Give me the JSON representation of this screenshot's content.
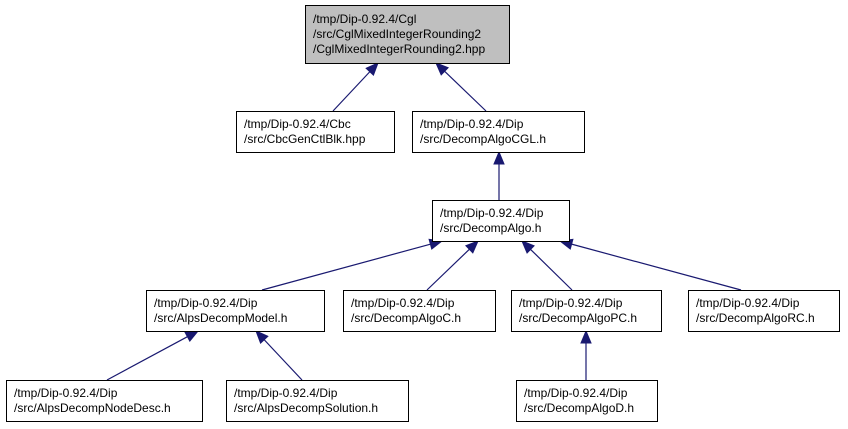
{
  "diagram": {
    "type": "include-dependency-graph",
    "nodes": [
      {
        "id": "n0",
        "lines": [
          "/tmp/Dip-0.92.4/Cgl",
          "/src/CglMixedIntegerRounding2",
          "/CglMixedIntegerRounding2.hpp"
        ],
        "focus": true
      },
      {
        "id": "n1",
        "lines": [
          "/tmp/Dip-0.92.4/Cbc",
          "/src/CbcGenCtlBlk.hpp"
        ]
      },
      {
        "id": "n2",
        "lines": [
          "/tmp/Dip-0.92.4/Dip",
          "/src/DecompAlgoCGL.h"
        ]
      },
      {
        "id": "n3",
        "lines": [
          "/tmp/Dip-0.92.4/Dip",
          "/src/DecompAlgo.h"
        ]
      },
      {
        "id": "n4",
        "lines": [
          "/tmp/Dip-0.92.4/Dip",
          "/src/AlpsDecompModel.h"
        ]
      },
      {
        "id": "n5",
        "lines": [
          "/tmp/Dip-0.92.4/Dip",
          "/src/DecompAlgoC.h"
        ]
      },
      {
        "id": "n6",
        "lines": [
          "/tmp/Dip-0.92.4/Dip",
          "/src/DecompAlgoPC.h"
        ]
      },
      {
        "id": "n7",
        "lines": [
          "/tmp/Dip-0.92.4/Dip",
          "/src/DecompAlgoRC.h"
        ]
      },
      {
        "id": "n8",
        "lines": [
          "/tmp/Dip-0.92.4/Dip",
          "/src/AlpsDecompNodeDesc.h"
        ]
      },
      {
        "id": "n9",
        "lines": [
          "/tmp/Dip-0.92.4/Dip",
          "/src/AlpsDecompSolution.h"
        ]
      },
      {
        "id": "n10",
        "lines": [
          "/tmp/Dip-0.92.4/Dip",
          "/src/DecompAlgoD.h"
        ]
      }
    ],
    "edges": [
      {
        "from": "n1",
        "to": "n0"
      },
      {
        "from": "n2",
        "to": "n0"
      },
      {
        "from": "n3",
        "to": "n2"
      },
      {
        "from": "n4",
        "to": "n3"
      },
      {
        "from": "n5",
        "to": "n3"
      },
      {
        "from": "n6",
        "to": "n3"
      },
      {
        "from": "n7",
        "to": "n3"
      },
      {
        "from": "n8",
        "to": "n4"
      },
      {
        "from": "n9",
        "to": "n4"
      },
      {
        "from": "n10",
        "to": "n6"
      }
    ],
    "colors": {
      "edge": "#191970",
      "focus_fill": "#bfbfbf",
      "node_fill": "#ffffff",
      "border": "#000000"
    }
  }
}
